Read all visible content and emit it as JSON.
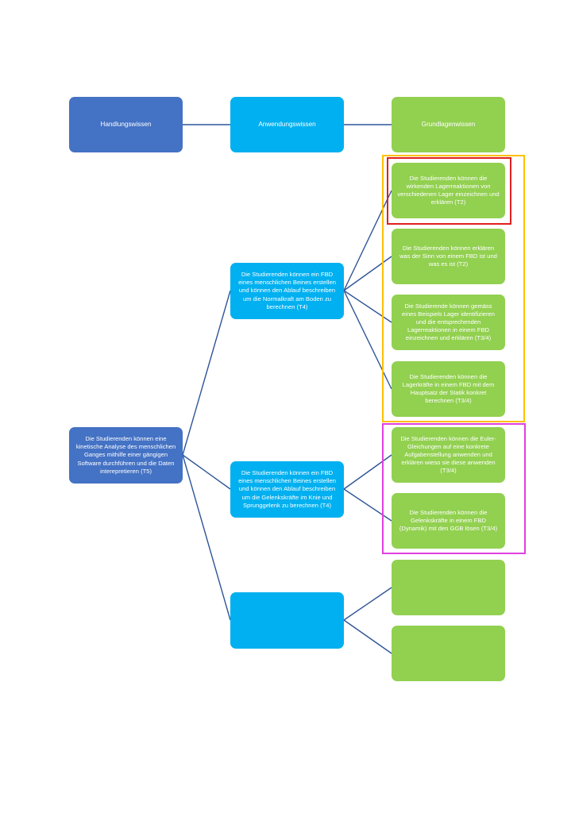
{
  "headers": {
    "handlungswissen": "Handlungswissen",
    "anwendungswissen": "Anwendungswissen",
    "grundlagenwissen": "Grundlagenwissen"
  },
  "root": {
    "text": "Die Studierenden können eine kinetische Analyse des menschlichen Ganges mithilfe einer gängigen Software durchführen und die Daten interepretieren (T5)"
  },
  "middle": [
    {
      "text": "Die Studierenden können ein FBD eines menschlichen Beines erstellen und können den Ablauf beschreiben um die Normalkraft am Boden zu berechnen (T4)"
    },
    {
      "text": "Die Studierenden können ein FBD eines menschlichen Beines erstellen und können den Ablauf beschreiben um die Gelenkskräfte im Knie und Sprunggelenk zu berechnen (T4)"
    },
    {
      "text": ""
    }
  ],
  "leaves": [
    {
      "text": "Die Studierenden können die wirkenden Lagerreaktionen von verschiedenen Lager einzeichnen und erklären (T2)"
    },
    {
      "text": "Die Studierenden können erklären was der Sinn von einem FBD ist und was es ist (T2)"
    },
    {
      "text": "Die Studierende können gemäss eines Beispiels Lager identifizieren und die entsprechenden Lagerreaktionen in einem FBD einzeichnen und erklären (T3/4)"
    },
    {
      "text": "Die Studierenden können die Lagerkräfte in einem FBD mit dem Hauptsatz der Statik konkret berechnen (T3/4)"
    },
    {
      "text": "Die Studierenden können die Euler-Gleichungen auf eine konkrete Aufgabenstellung anwenden und erklären wieso sie diese anwenden (T3/4)"
    },
    {
      "text": "Die Studierenden können die Gelenkskräfte in einem FBD (Dynamik) mit den GGB lösen (T3/4)"
    },
    {
      "text": ""
    },
    {
      "text": ""
    }
  ],
  "colors": {
    "dark_box": "#4472c4",
    "blue_box": "#00b0f0",
    "green_box": "#92d050",
    "connector": "#2f5597",
    "frame_orange": "#ffc000",
    "frame_magenta": "#e040e0",
    "frame_red": "#e02020"
  }
}
